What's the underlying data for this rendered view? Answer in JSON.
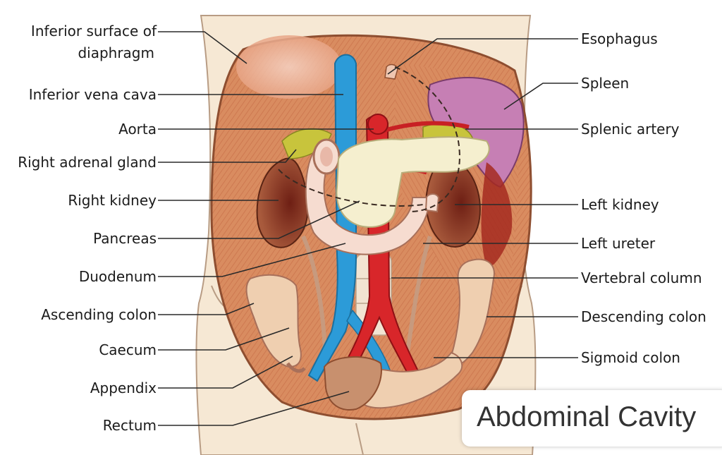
{
  "labels_left": [
    "Inferior surface of",
    "diaphragm",
    "Inferior vena cava",
    "Aorta",
    "Right adrenal gland",
    "Right kidney",
    "Pancreas",
    "Duodenum",
    "Ascending colon",
    "Caecum",
    "Appendix",
    "Rectum"
  ],
  "labels_right": [
    "Esophagus",
    "Spleen",
    "Splenic artery",
    "Left kidney",
    "Left ureter",
    "Vertebral column",
    "Descending colon",
    "Sigmoid colon"
  ],
  "caption": "Abdominal Cavity",
  "colors": {
    "skin": "#f6e8d4",
    "muscle": "#d88a5e",
    "vena_cava": "#2c9bd8",
    "aorta": "#d8262a",
    "kidney": "#9e4a2e",
    "spleen": "#c67fb4",
    "pancreas": "#f5efcf",
    "duodenum": "#f6dcd0",
    "colon": "#efcfb0",
    "adrenal": "#c8c43c"
  }
}
